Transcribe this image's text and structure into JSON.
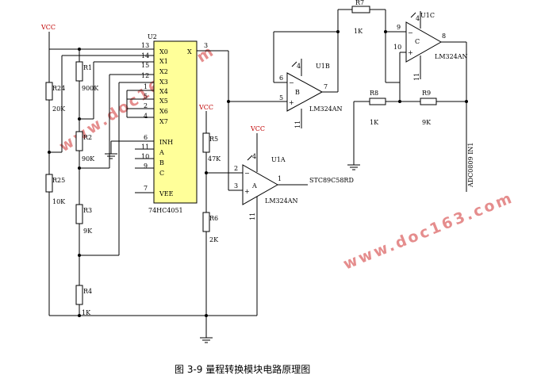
{
  "diagram": {
    "caption": "图 3-9 量程转换模块电路原理图",
    "watermark": "www.doc163.com",
    "power_label": "VCC",
    "mux": {
      "ref": "U2",
      "part": "74HC4051",
      "pins_left": [
        {
          "num": "13",
          "name": "X0"
        },
        {
          "num": "14",
          "name": "X1"
        },
        {
          "num": "15",
          "name": "X2"
        },
        {
          "num": "12",
          "name": "X3"
        },
        {
          "num": "1",
          "name": "X4"
        },
        {
          "num": "5",
          "name": "X5"
        },
        {
          "num": "2",
          "name": "X6"
        },
        {
          "num": "4",
          "name": "X7"
        },
        {
          "num": "6",
          "name": "INH"
        },
        {
          "num": "11",
          "name": "A"
        },
        {
          "num": "10",
          "name": "B"
        },
        {
          "num": "9",
          "name": "C"
        },
        {
          "num": "7",
          "name": "VEE"
        }
      ],
      "out_name": "X",
      "out_pin": "3"
    },
    "resistors": [
      {
        "ref": "R24",
        "value": "20K"
      },
      {
        "ref": "R25",
        "value": "10K"
      },
      {
        "ref": "R1",
        "value": "900K"
      },
      {
        "ref": "R2",
        "value": "90K"
      },
      {
        "ref": "R3",
        "value": "9K"
      },
      {
        "ref": "R4",
        "value": "1K"
      },
      {
        "ref": "R5",
        "value": "47K"
      },
      {
        "ref": "R6",
        "value": "2K"
      },
      {
        "ref": "R7",
        "value": "1K"
      },
      {
        "ref": "R8",
        "value": "1K"
      },
      {
        "ref": "R9",
        "value": "9K"
      }
    ],
    "opamps": [
      {
        "ref": "U1A",
        "unit": "A",
        "part": "LM324AN",
        "pin_minus": "2",
        "pin_plus": "3",
        "pin_out": "1",
        "pin_gnd": "11",
        "pin_vcc": "4"
      },
      {
        "ref": "U1B",
        "unit": "B",
        "part": "LM324AN",
        "pin_minus": "6",
        "pin_plus": "5",
        "pin_out": "7",
        "pin_gnd": "11",
        "pin_vcc": "4"
      },
      {
        "ref": "U1C",
        "unit": "C",
        "part": "LM324AN",
        "pin_minus": "9",
        "pin_plus": "10",
        "pin_out": "8",
        "pin_gnd": "11",
        "pin_vcc": "4"
      }
    ],
    "nets": {
      "mcu_label": "STC89C58RD",
      "adc_label": "ADC0809 IN1"
    }
  }
}
